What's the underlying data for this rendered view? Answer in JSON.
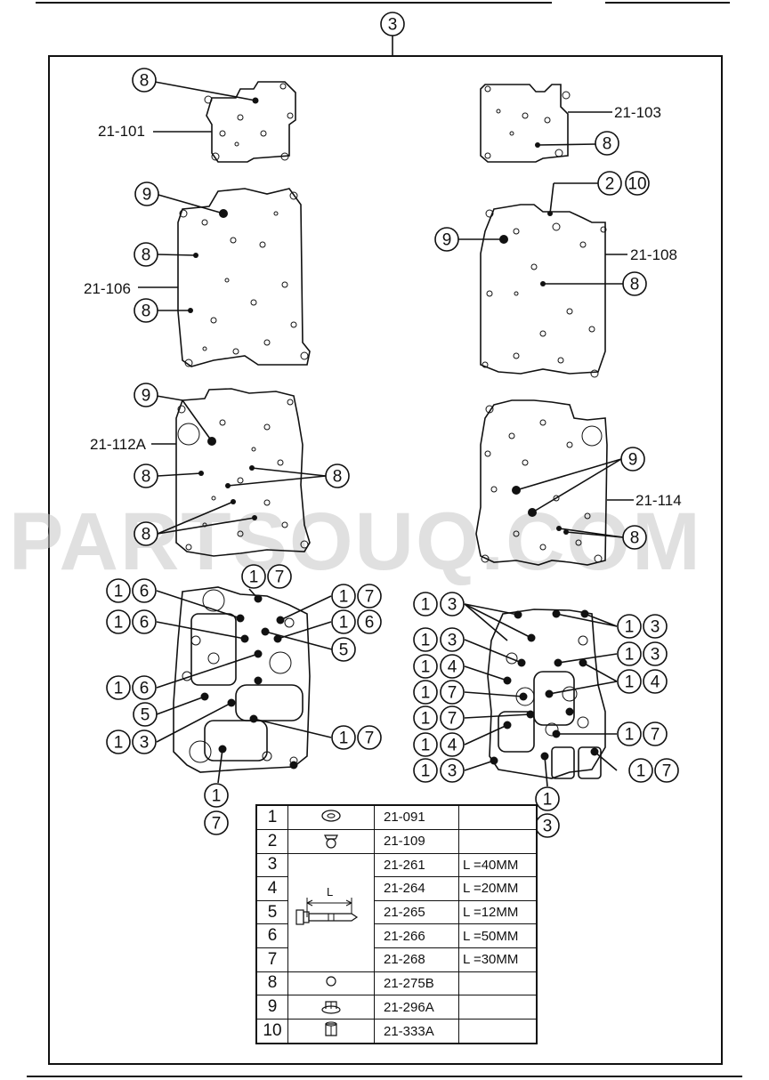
{
  "diagram": {
    "assembly_number": "3",
    "watermark": "PARTSOUQ.COM",
    "part_labels": {
      "p21_101": "21-101",
      "p21_103": "21-103",
      "p21_106": "21-106",
      "p21_108": "21-108",
      "p21_112A": "21-112A",
      "p21_114": "21-114"
    },
    "callouts": {
      "c8": "8",
      "c9": "9",
      "c2": "2",
      "c10": "10",
      "c1": "1",
      "c3": "3",
      "c4": "4",
      "c5": "5",
      "c6": "6",
      "c7": "7"
    }
  },
  "legend_table": {
    "length_marker": "L",
    "rows": [
      {
        "num": "1",
        "icon": "o-ring-icon",
        "part": "21-091",
        "length": ""
      },
      {
        "num": "2",
        "icon": "check-ball-icon",
        "part": "21-109",
        "length": ""
      },
      {
        "num": "3",
        "icon": "",
        "part": "21-261",
        "length": "L =40MM"
      },
      {
        "num": "4",
        "icon": "",
        "part": "21-264",
        "length": "L =20MM"
      },
      {
        "num": "5",
        "icon": "",
        "part": "21-265",
        "length": "L =12MM"
      },
      {
        "num": "6",
        "icon": "",
        "part": "21-266",
        "length": "L =50MM"
      },
      {
        "num": "7",
        "icon": "",
        "part": "21-268",
        "length": "L =30MM"
      },
      {
        "num": "8",
        "icon": "small-ring-icon",
        "part": "21-275B",
        "length": ""
      },
      {
        "num": "9",
        "icon": "flange-nut-icon",
        "part": "21-296A",
        "length": ""
      },
      {
        "num": "10",
        "icon": "hex-nut-icon",
        "part": "21-333A",
        "length": ""
      }
    ]
  }
}
